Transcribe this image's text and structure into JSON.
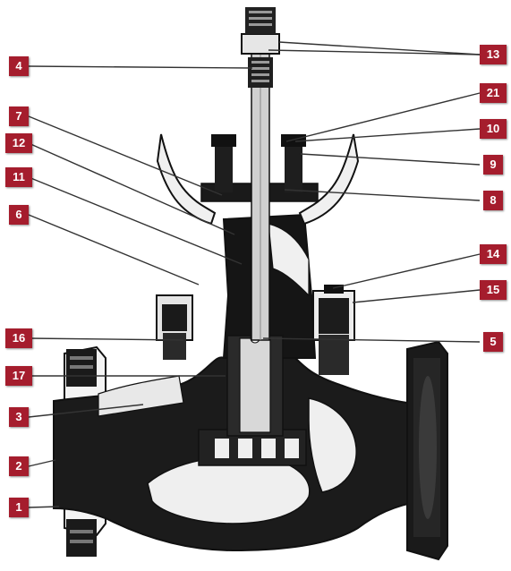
{
  "colors": {
    "tag_bg": "#a51d2d",
    "tag_text": "#ffffff",
    "line": "#222222",
    "body": "#111111"
  },
  "diagram": {
    "part_labels": {
      "p1": "1",
      "p2": "2",
      "p3": "3",
      "p4": "4",
      "p5": "5",
      "p6": "6",
      "p7": "7",
      "p8": "8",
      "p9": "9",
      "p10": "10",
      "p11": "11",
      "p12": "12",
      "p13": "13",
      "p14": "14",
      "p15": "15",
      "p16": "16",
      "p17": "17",
      "p21": "21"
    }
  }
}
